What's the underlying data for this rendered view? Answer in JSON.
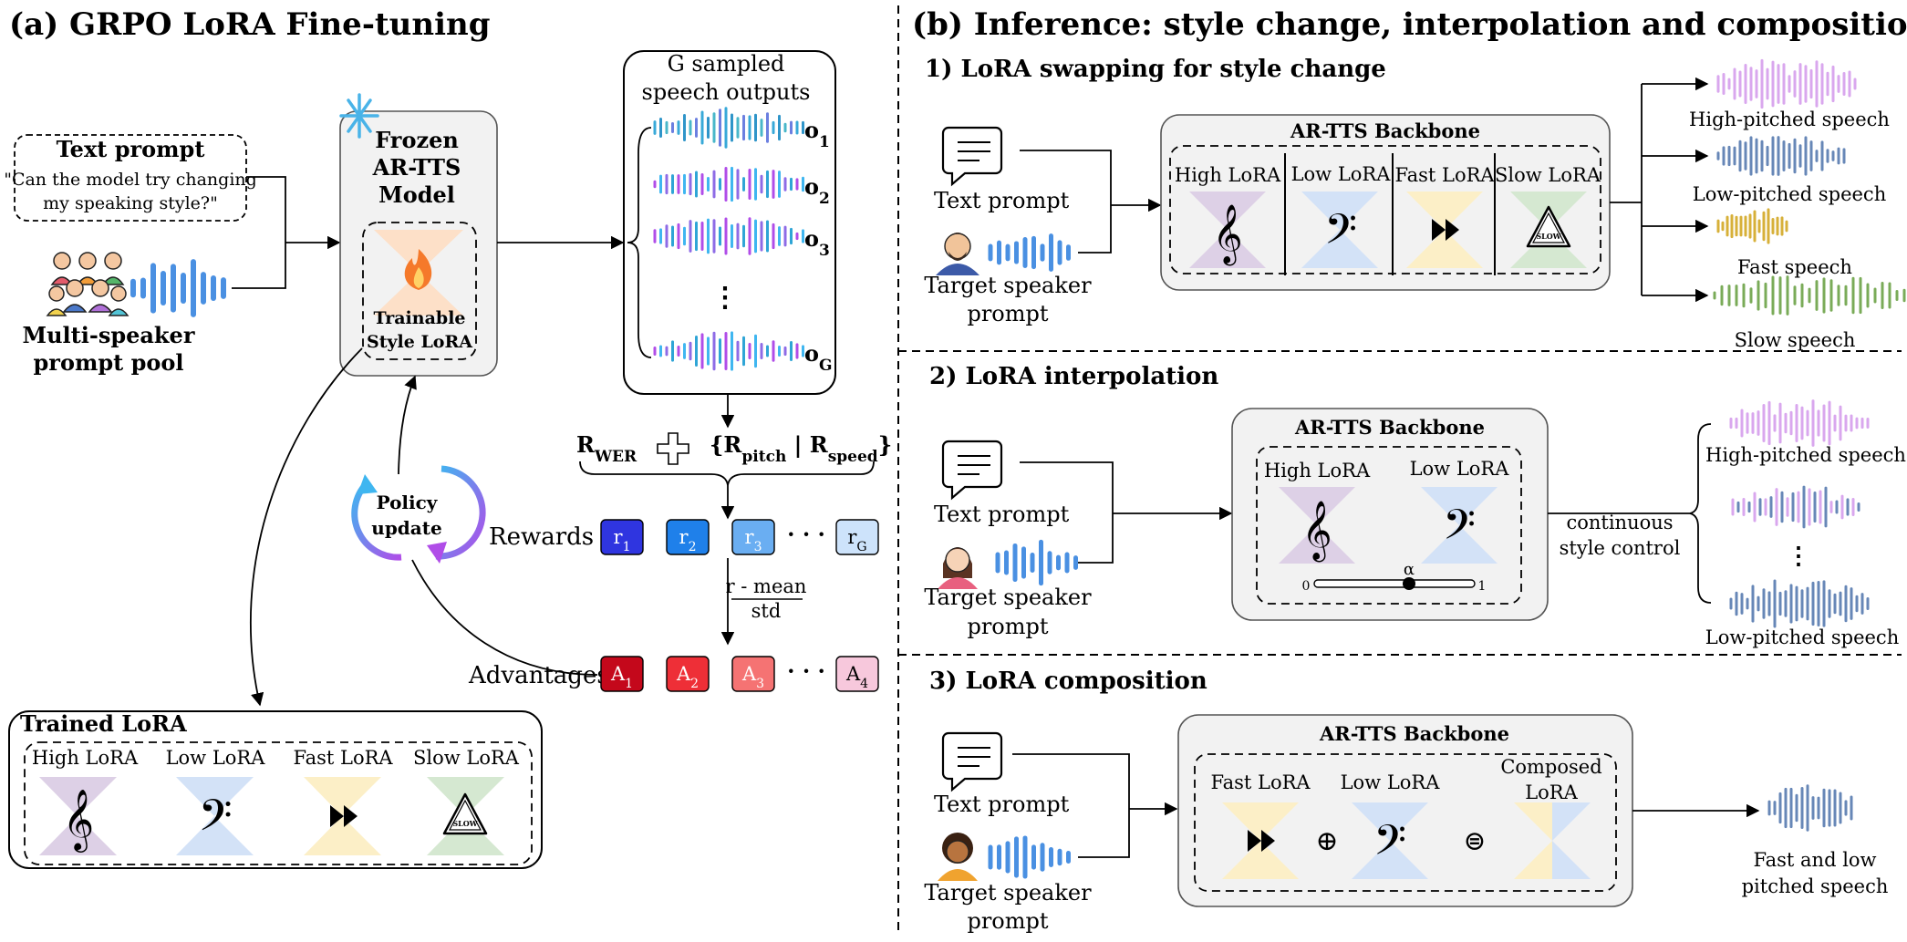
{
  "panel_a": {
    "title": "(a) GRPO LoRA Fine-tuning",
    "text_prompt_title": "Text prompt",
    "text_prompt_line1": "\"Can the model try changing",
    "text_prompt_line2": "my speaking style?\"",
    "pool_line1": "Multi-speaker",
    "pool_line2": "prompt pool",
    "frozen_line1": "Frozen",
    "frozen_line2": "AR-TTS",
    "frozen_line3": "Model",
    "trainable_line1": "Trainable",
    "trainable_line2": "Style LoRA",
    "sampled_line1": "G sampled",
    "sampled_line2": "speech outputs",
    "outputs": [
      "o",
      "o",
      "o",
      "o"
    ],
    "output_subs": [
      "1",
      "2",
      "3",
      "G"
    ],
    "dots": "⋮",
    "reward_wer": "R",
    "reward_wer_sub": "WER",
    "reward_open": "{R",
    "reward_pitch_sub": "pitch",
    "reward_sep": " | R",
    "reward_speed_sub": "speed",
    "reward_close": "}",
    "rewards_label": "Rewards",
    "rewards": [
      "r",
      "r",
      "r",
      "r"
    ],
    "reward_subs": [
      "1",
      "2",
      "3",
      "G"
    ],
    "advantages_label": "Advantages",
    "advantages": [
      "A",
      "A",
      "A",
      "A"
    ],
    "advantage_subs": [
      "1",
      "2",
      "3",
      "4"
    ],
    "ellipsis": "· · ·",
    "norm_top": "r - mean",
    "norm_bottom": "std",
    "policy_line1": "Policy",
    "policy_line2": "update",
    "trained_title": "Trained LoRA",
    "loras": [
      "High LoRA",
      "Low LoRA",
      "Fast LoRA",
      "Slow LoRA"
    ],
    "slow_sign": "SLOW"
  },
  "panel_b": {
    "title": "(b) Inference: style change, interpolation and composition",
    "s1_title": "1) LoRA swapping for style change",
    "s2_title": "2) LoRA interpolation",
    "s3_title": "3) LoRA composition",
    "text_prompt": "Text prompt",
    "speaker_line1": "Target speaker",
    "speaker_line2": "prompt",
    "backbone": "AR-TTS Backbone",
    "s1_loras": [
      "High LoRA",
      "Low LoRA",
      "Fast LoRA",
      "Slow LoRA"
    ],
    "s1_outputs": [
      "High-pitched speech",
      "Low-pitched speech",
      "Fast speech",
      "Slow speech"
    ],
    "s2_loras": [
      "High LoRA",
      "Low LoRA"
    ],
    "alpha": "α",
    "slider_min": "0",
    "slider_max": "1",
    "continuous_line1": "continuous",
    "continuous_line2": "style control",
    "s2_outputs": [
      "High-pitched speech",
      "Low-pitched speech"
    ],
    "s3_loras": [
      "Fast LoRA",
      "Low LoRA"
    ],
    "composed_line1": "Composed",
    "composed_line2": "LoRA",
    "plus_sym": "⊕",
    "eq_sym": "⊜",
    "s3_output_line1": "Fast and low",
    "s3_output_line2": "pitched speech"
  },
  "colors": {
    "blue": "#4a90e2",
    "purple_lora": "#ddd0e6",
    "blue_lora": "#d3e2f7",
    "yellow_lora": "#fcefc7",
    "green_lora": "#d5e8d1",
    "reward_1": "#2f35e0",
    "reward_2": "#1f80ea",
    "reward_3": "#6aaef2",
    "reward_G": "#cde3fb",
    "adv_1": "#c4081b",
    "adv_2": "#ee2f37",
    "adv_3": "#f57373",
    "adv_4": "#f7c8dc",
    "wave_purple": "#d9a7ee",
    "wave_steel": "#6787b7",
    "wave_gold": "#d7b039",
    "wave_green": "#7aab58",
    "fire": "#f5792a",
    "snow": "#49b3e8"
  }
}
